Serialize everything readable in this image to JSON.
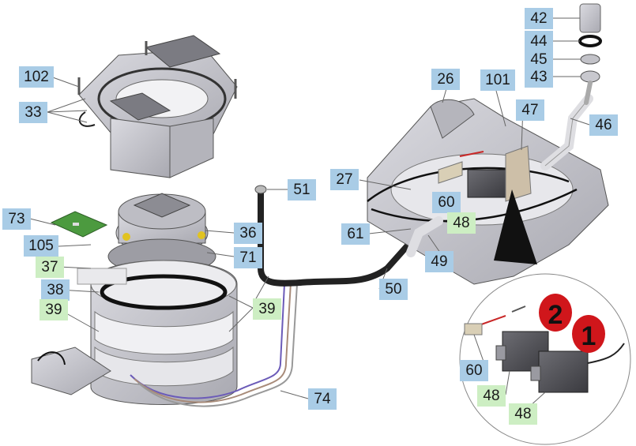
{
  "diagram": {
    "callout_labels": [
      {
        "id": "102",
        "text": "102",
        "color": "blue"
      },
      {
        "id": "33",
        "text": "33",
        "color": "blue"
      },
      {
        "id": "73",
        "text": "73",
        "color": "blue"
      },
      {
        "id": "105",
        "text": "105",
        "color": "blue"
      },
      {
        "id": "37",
        "text": "37",
        "color": "green"
      },
      {
        "id": "38",
        "text": "38",
        "color": "blue"
      },
      {
        "id": "39a",
        "text": "39",
        "color": "green"
      },
      {
        "id": "36",
        "text": "36",
        "color": "blue"
      },
      {
        "id": "71",
        "text": "71",
        "color": "blue"
      },
      {
        "id": "39b",
        "text": "39",
        "color": "green"
      },
      {
        "id": "51",
        "text": "51",
        "color": "blue"
      },
      {
        "id": "74",
        "text": "74",
        "color": "blue"
      },
      {
        "id": "50",
        "text": "50",
        "color": "blue"
      },
      {
        "id": "27",
        "text": "27",
        "color": "blue"
      },
      {
        "id": "26",
        "text": "26",
        "color": "blue"
      },
      {
        "id": "101",
        "text": "101",
        "color": "blue"
      },
      {
        "id": "47",
        "text": "47",
        "color": "blue"
      },
      {
        "id": "46",
        "text": "46",
        "color": "blue"
      },
      {
        "id": "60a",
        "text": "60",
        "color": "blue"
      },
      {
        "id": "48a",
        "text": "48",
        "color": "green"
      },
      {
        "id": "61",
        "text": "61",
        "color": "blue"
      },
      {
        "id": "49",
        "text": "49",
        "color": "blue"
      },
      {
        "id": "42",
        "text": "42",
        "color": "blue"
      },
      {
        "id": "44",
        "text": "44",
        "color": "blue"
      },
      {
        "id": "45",
        "text": "45",
        "color": "blue"
      },
      {
        "id": "43",
        "text": "43",
        "color": "blue"
      },
      {
        "id": "60b",
        "text": "60",
        "color": "blue"
      },
      {
        "id": "48b",
        "text": "48",
        "color": "green"
      },
      {
        "id": "48c",
        "text": "48",
        "color": "green"
      }
    ],
    "sequence_badges": [
      {
        "id": "1",
        "text": "1"
      },
      {
        "id": "2",
        "text": "2"
      }
    ],
    "colors": {
      "label_blue": "#a9cce6",
      "label_green": "#cdeec3",
      "part_grey": "#c9c9cf",
      "part_dark": "#2a2a2a",
      "badge_red": "#d0161b"
    }
  }
}
